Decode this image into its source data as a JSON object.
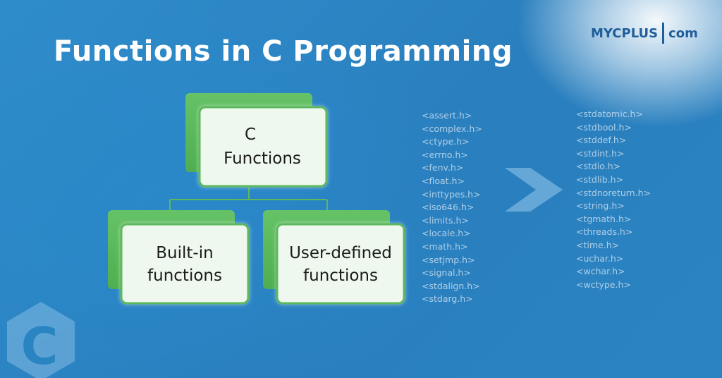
{
  "title": "Functions in C Programming",
  "brand": {
    "name": "MYCPLUS",
    "suffix": "com"
  },
  "diagram": {
    "root": {
      "line1": "C",
      "line2": "Functions"
    },
    "children": [
      {
        "line1": "Built-in",
        "line2": "functions"
      },
      {
        "line1": "User-defined",
        "line2": "functions"
      }
    ]
  },
  "headers_left": [
    "<assert.h>",
    "<complex.h>",
    "<ctype.h>",
    "<errno.h>",
    "<fenv.h>",
    "<float.h>",
    "<inttypes.h>",
    "<iso646.h>",
    "<limits.h>",
    "<locale.h>",
    "<math.h>",
    "<setjmp.h>",
    "<signal.h>",
    "<stdalign.h>",
    "<stdarg.h>"
  ],
  "headers_right": [
    "<stdatomic.h>",
    "<stdbool.h>",
    "<stddef.h>",
    "<stdint.h>",
    "<stdio.h>",
    "<stdlib.h>",
    "<stdnoreturn.h>",
    "<string.h>",
    "<tgmath.h>",
    "<threads.h>",
    "<time.h>",
    "<uchar.h>",
    "<wchar.h>",
    "<wctype.h>"
  ],
  "logo": {
    "letter": "C"
  },
  "colors": {
    "background": "#2d86c3",
    "box_shadow_green": "#5cb85c",
    "box_border": "#4caf50",
    "brand": "#1f5e9a"
  }
}
